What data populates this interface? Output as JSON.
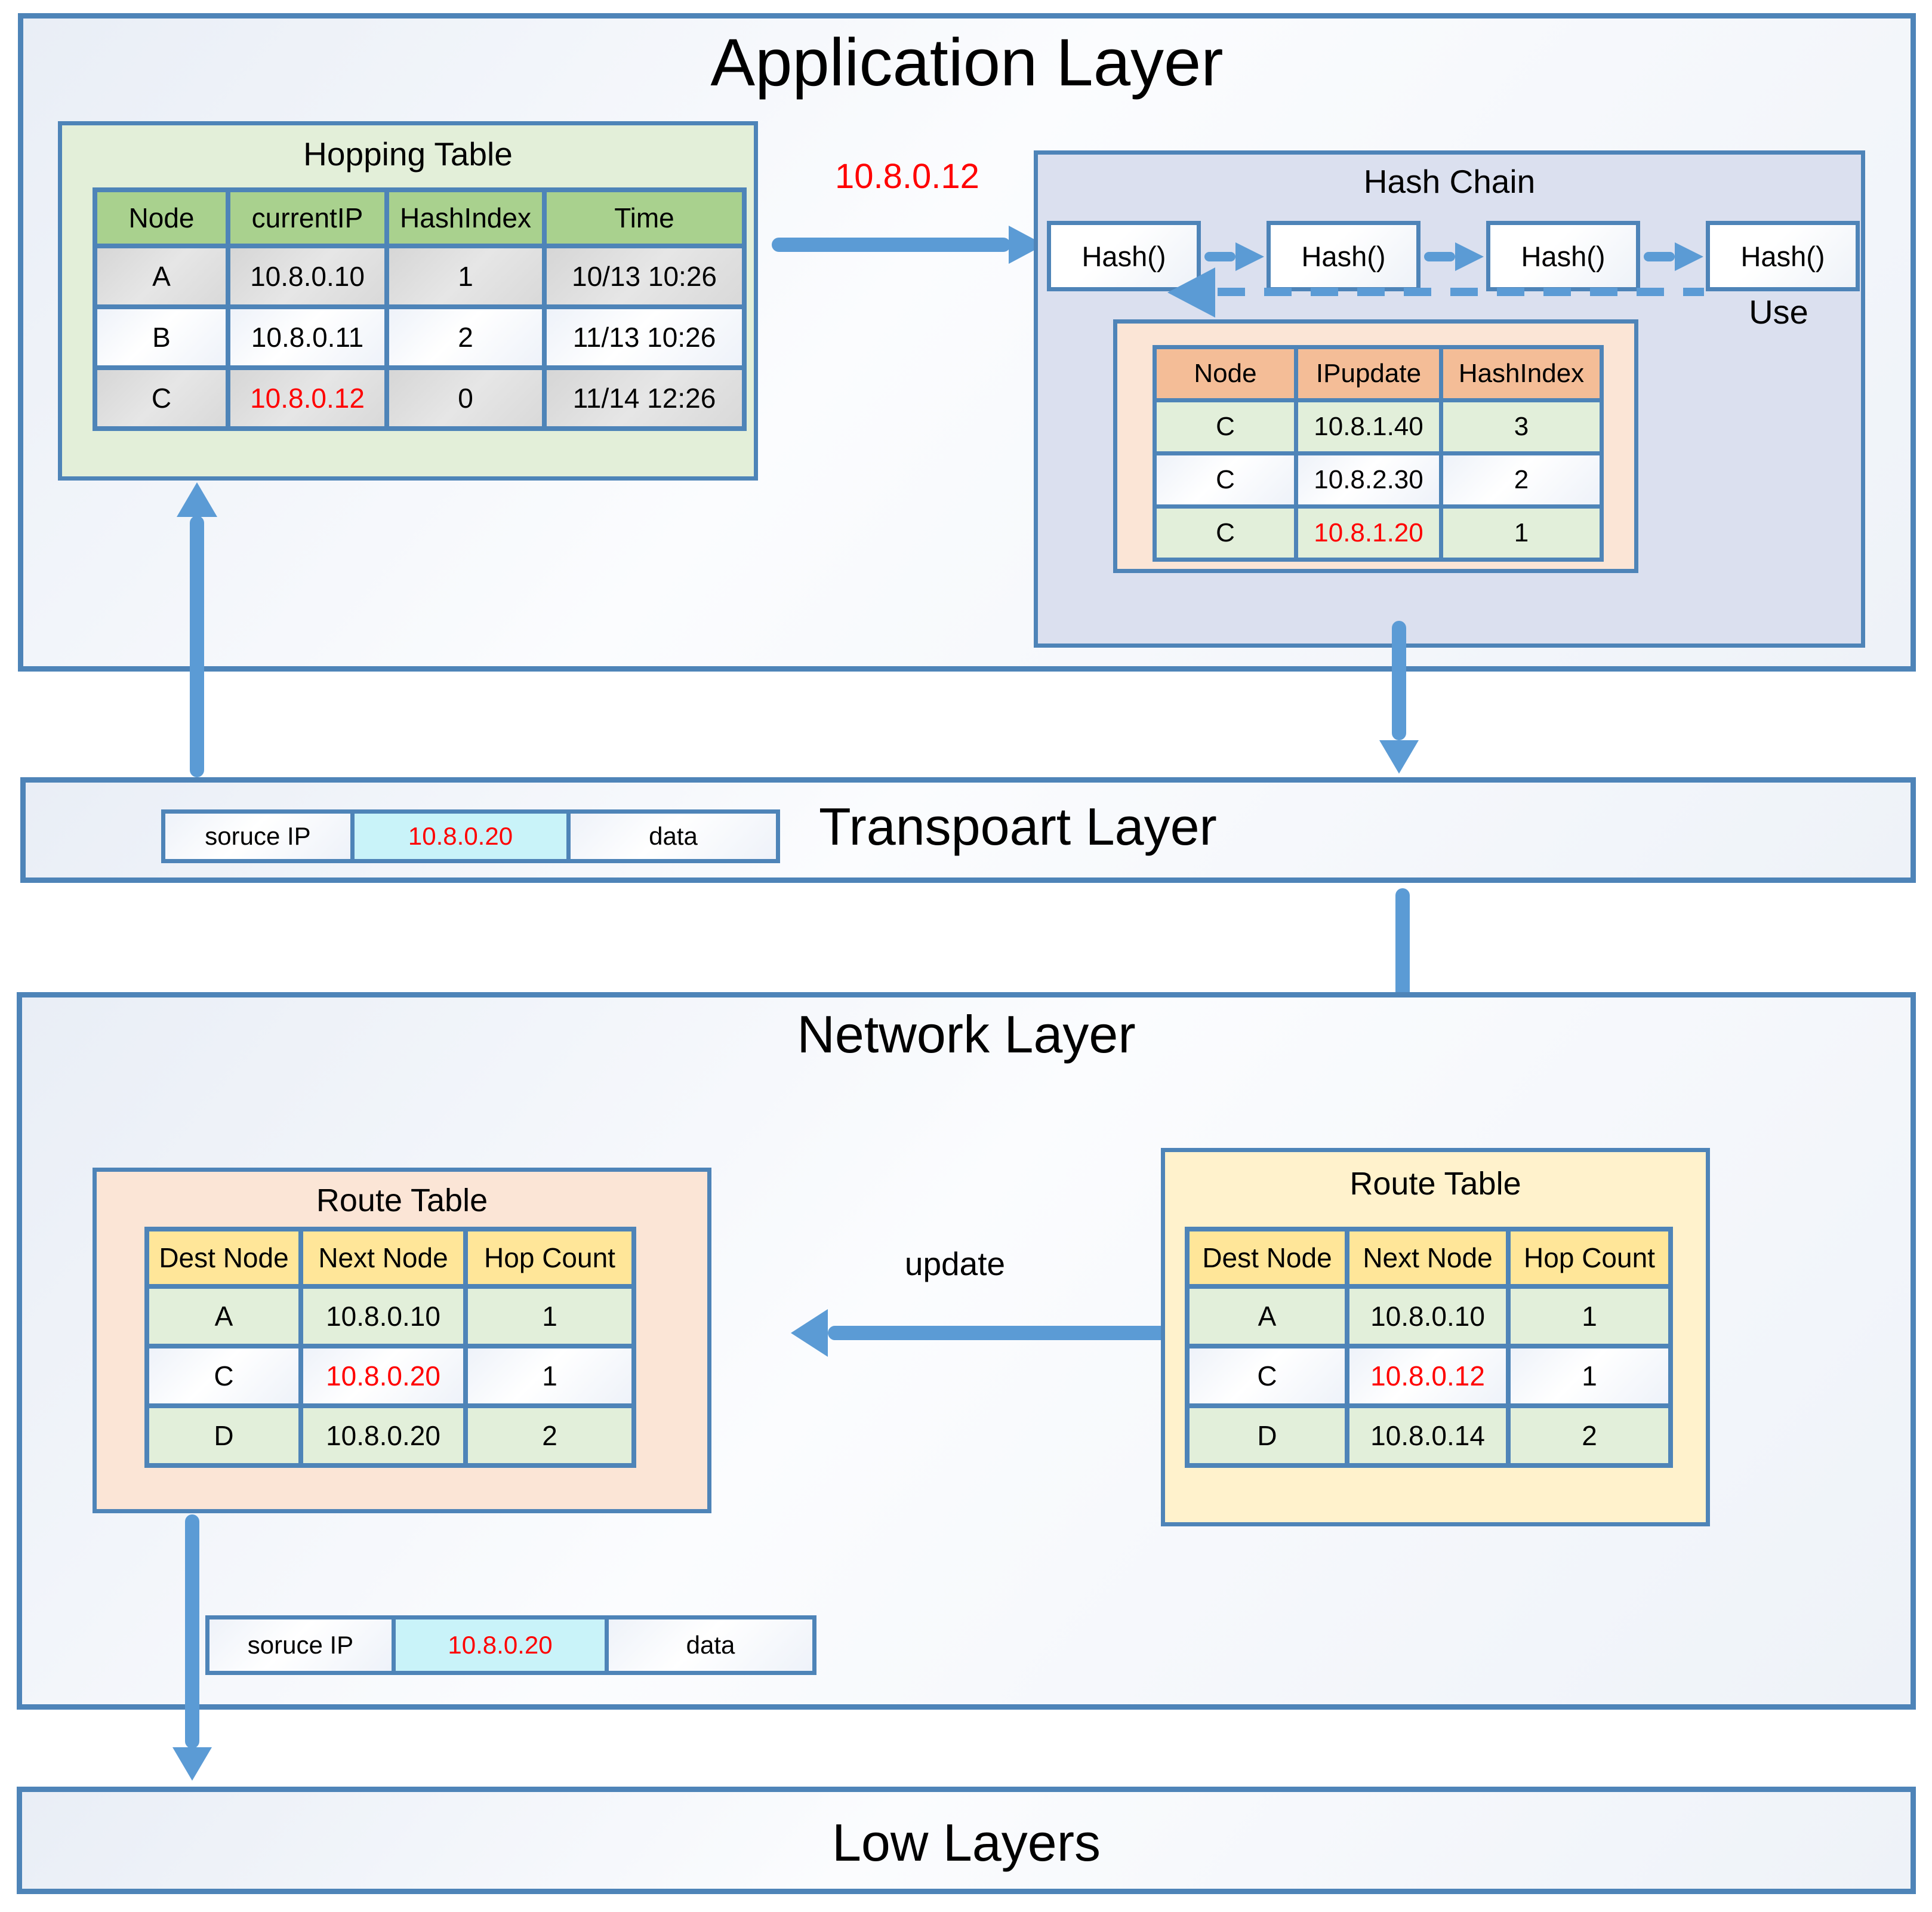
{
  "colors": {
    "border_blue": "#4e84b8",
    "arrow_blue": "#5b9bd5",
    "highlight_red": "#ff0000",
    "hopping_box_green": "#e3efd9",
    "hopping_header_green": "#a9d18e",
    "gray_row": "#d9d9d9",
    "hash_chain_lavender": "#dbe0ef",
    "peach_box": "#fbe5d6",
    "peach_header": "#f4bd97",
    "green_row": "#e2efda",
    "yellow_box": "#fff2cc",
    "yellow_header": "#ffe699",
    "cyan_cell": "#c9f3f9"
  },
  "app_layer": {
    "title": "Application Layer",
    "hopping_table": {
      "title": "Hopping Table",
      "headers": [
        "Node",
        "currentIP",
        "HashIndex",
        "Time"
      ],
      "rows": [
        {
          "node": "A",
          "current_ip": "10.8.0.10",
          "hash_index": "1",
          "time": "10/13 10:26",
          "ip_highlight": false
        },
        {
          "node": "B",
          "current_ip": "10.8.0.11",
          "hash_index": "2",
          "time": "11/13 10:26",
          "ip_highlight": false
        },
        {
          "node": "C",
          "current_ip": "10.8.0.12",
          "hash_index": "0",
          "time": "11/14 12:26",
          "ip_highlight": true
        }
      ]
    },
    "flow_ip_label": "10.8.0.12",
    "hash_chain": {
      "title": "Hash Chain",
      "hash_boxes": [
        "Hash()",
        "Hash()",
        "Hash()",
        "Hash()"
      ],
      "use_label": "Use",
      "update_table": {
        "headers": [
          "Node",
          "IPupdate",
          "HashIndex"
        ],
        "rows": [
          {
            "node": "C",
            "ip_update": "10.8.1.40",
            "hash_index": "3",
            "ip_highlight": false
          },
          {
            "node": "C",
            "ip_update": "10.8.2.30",
            "hash_index": "2",
            "ip_highlight": false
          },
          {
            "node": "C",
            "ip_update": "10.8.1.20",
            "hash_index": "1",
            "ip_highlight": true
          }
        ]
      }
    }
  },
  "transport_layer": {
    "title": "Transpoart Layer",
    "packet": {
      "source_label": "soruce IP",
      "ip": "10.8.0.20",
      "data_label": "data"
    }
  },
  "network_layer": {
    "title": "Network Layer",
    "update_label": "update",
    "route_table_left": {
      "title": "Route Table",
      "headers": [
        "Dest Node",
        "Next Node",
        "Hop Count"
      ],
      "rows": [
        {
          "dest": "A",
          "next": "10.8.0.10",
          "hops": "1",
          "next_highlight": false
        },
        {
          "dest": "C",
          "next": "10.8.0.20",
          "hops": "1",
          "next_highlight": true
        },
        {
          "dest": "D",
          "next": "10.8.0.20",
          "hops": "2",
          "next_highlight": false
        }
      ]
    },
    "route_table_right": {
      "title": "Route Table",
      "headers": [
        "Dest Node",
        "Next Node",
        "Hop Count"
      ],
      "rows": [
        {
          "dest": "A",
          "next": "10.8.0.10",
          "hops": "1",
          "next_highlight": false
        },
        {
          "dest": "C",
          "next": "10.8.0.12",
          "hops": "1",
          "next_highlight": true
        },
        {
          "dest": "D",
          "next": "10.8.0.14",
          "hops": "2",
          "next_highlight": false
        }
      ]
    },
    "packet": {
      "source_label": "soruce IP",
      "ip": "10.8.0.20",
      "data_label": "data"
    }
  },
  "low_layer": {
    "title": "Low Layers"
  }
}
